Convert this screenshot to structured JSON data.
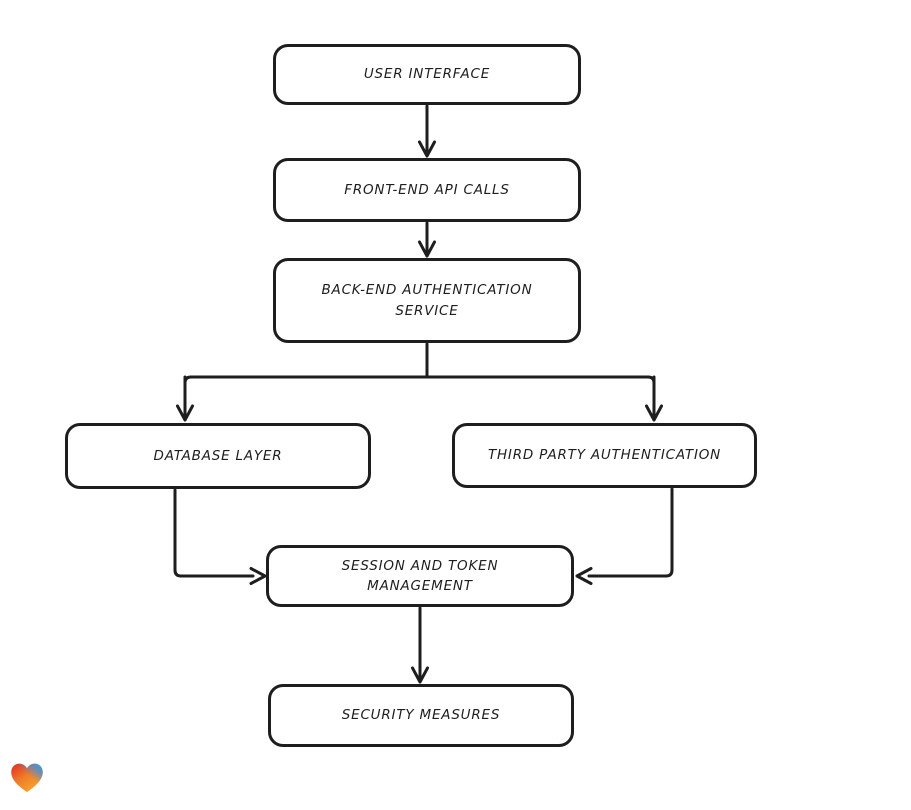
{
  "diagram": {
    "type": "flowchart",
    "nodes": [
      {
        "id": "user-interface",
        "label": "USER INTERFACE"
      },
      {
        "id": "front-end-api-calls",
        "label": "FRONT-END API CALLS"
      },
      {
        "id": "back-end-authentication-service",
        "label": "BACK-END AUTHENTICATION SERVICE"
      },
      {
        "id": "database-layer",
        "label": "DATABASE LAYER"
      },
      {
        "id": "third-party-authentication",
        "label": "THIRD PARTY AUTHENTICATION"
      },
      {
        "id": "session-and-token-management",
        "label": "SESSION AND TOKEN MANAGEMENT"
      },
      {
        "id": "security-measures",
        "label": "SECURITY MEASURES"
      }
    ],
    "edges": [
      {
        "from": "user-interface",
        "to": "front-end-api-calls"
      },
      {
        "from": "front-end-api-calls",
        "to": "back-end-authentication-service"
      },
      {
        "from": "back-end-authentication-service",
        "to": "database-layer"
      },
      {
        "from": "back-end-authentication-service",
        "to": "third-party-authentication"
      },
      {
        "from": "database-layer",
        "to": "session-and-token-management"
      },
      {
        "from": "third-party-authentication",
        "to": "session-and-token-management"
      },
      {
        "from": "session-and-token-management",
        "to": "security-measures"
      }
    ],
    "style": {
      "stroke_color": "#1e1e1e",
      "node_fill": "#ffffff",
      "background": "#ffffff"
    }
  },
  "branding": {
    "logo": "gradient-heart-logo",
    "logo_colors": [
      "#e32726",
      "#f8a832",
      "#2b9fe3"
    ]
  }
}
